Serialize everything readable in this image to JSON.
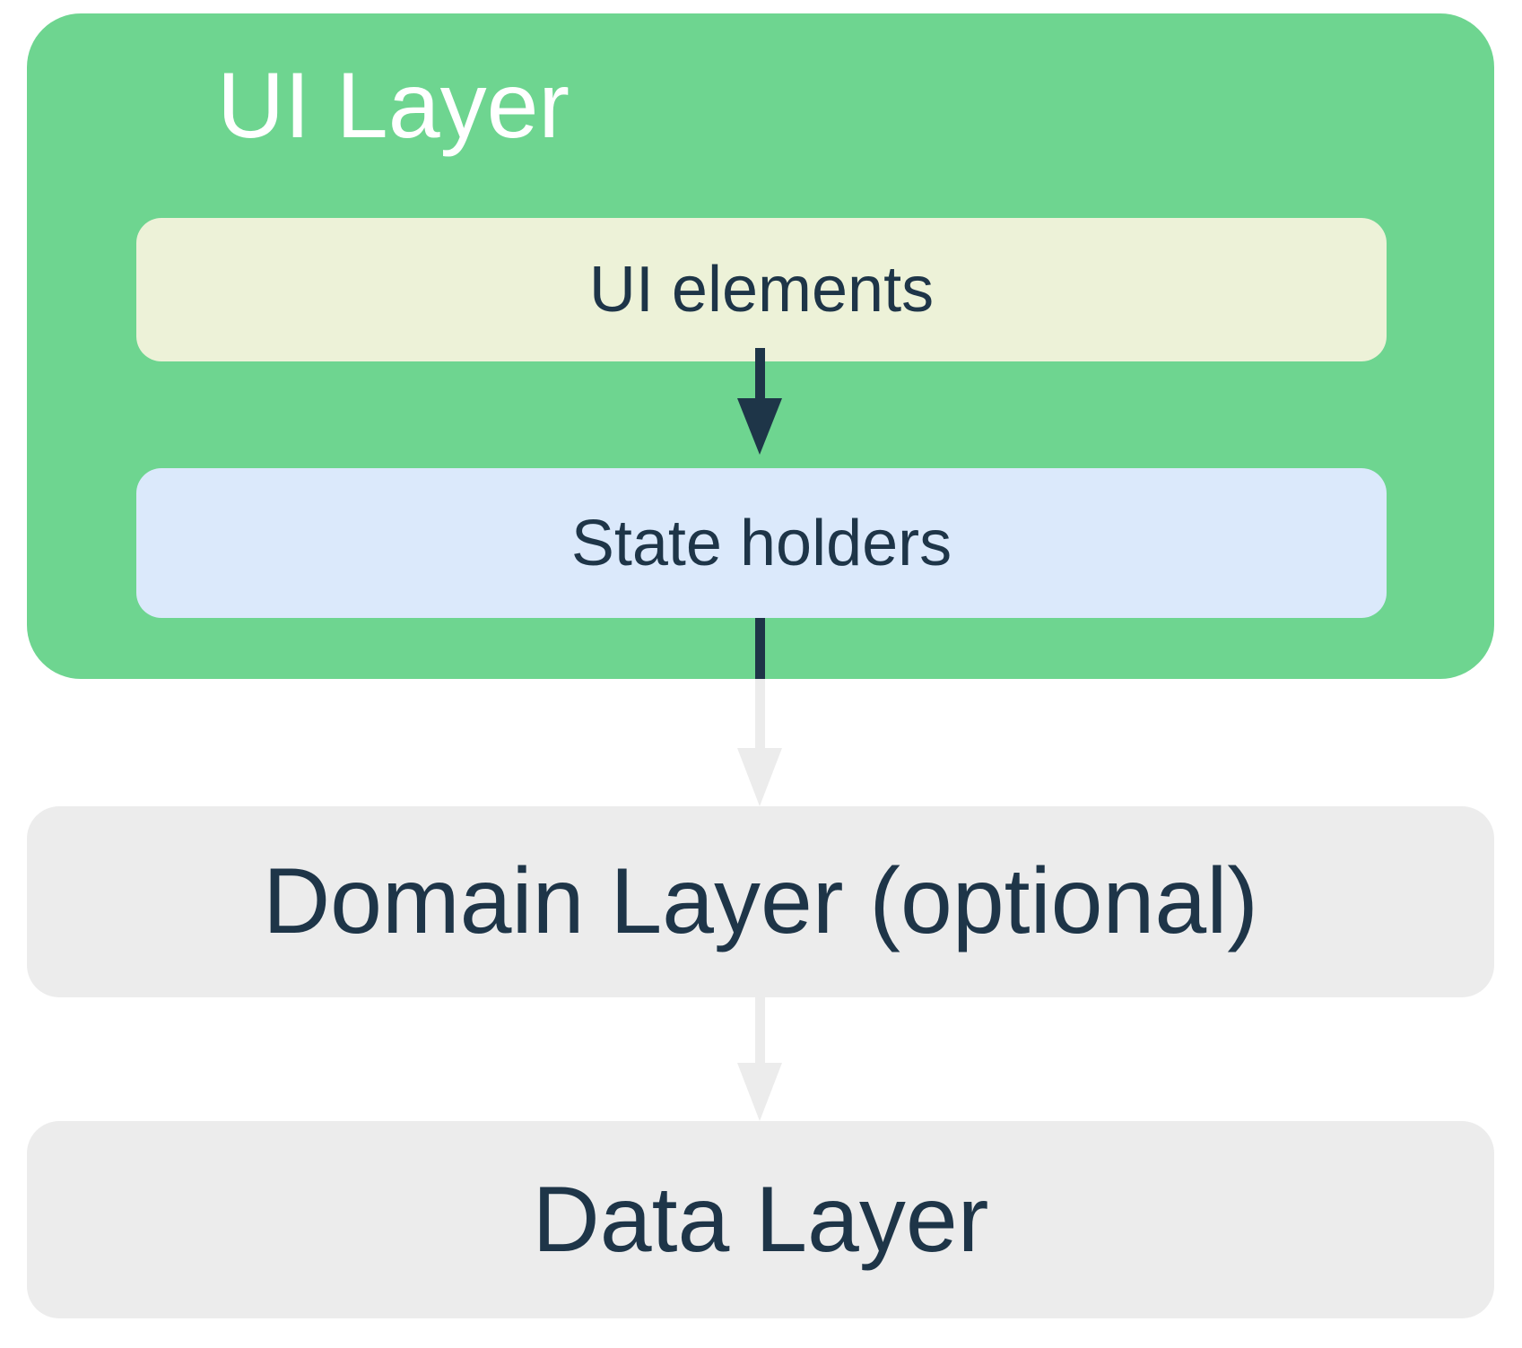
{
  "layers": {
    "ui": {
      "title": "UI Layer",
      "children": [
        {
          "label": "UI elements"
        },
        {
          "label": "State holders"
        }
      ]
    },
    "domain": {
      "title": "Domain Layer (optional)"
    },
    "data": {
      "title": "Data Layer"
    }
  },
  "arrows": [
    {
      "from": "UI elements",
      "to": "State holders",
      "direction": "down",
      "color": "#1e3548"
    },
    {
      "from": "State holders",
      "to": "Domain Layer (optional)",
      "direction": "down",
      "color_inside_ui_layer": "#1e3548",
      "color_outside": "#ececec"
    },
    {
      "from": "Domain Layer (optional)",
      "to": "Data Layer",
      "direction": "down",
      "color": "#ececec"
    }
  ],
  "colors": {
    "background": "#ffffff",
    "ui_layer_bg": "#6ed590",
    "ui_elements_bg": "#edf2d8",
    "state_holders_bg": "#dbe9fb",
    "layer_box_bg": "#ececec",
    "text_dark_navy": "#1e3548",
    "ui_layer_title_text": "#ffffff"
  }
}
